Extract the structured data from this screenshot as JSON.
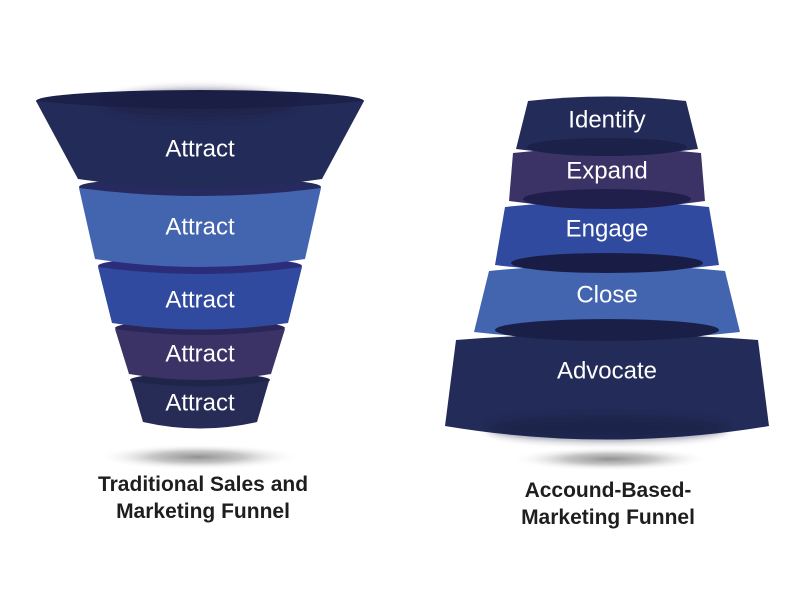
{
  "diagram": {
    "type": "funnel-comparison",
    "background_color": "#ffffff",
    "label_color": "#ffffff",
    "caption_color": "#1e1e1e",
    "left_funnel": {
      "name": "traditional-sales-marketing-funnel",
      "caption": "Traditional Sales and\nMarketing Funnel",
      "stages": [
        {
          "label": "Attract",
          "color": "#232c58"
        },
        {
          "label": "Attract",
          "color": "#4364af"
        },
        {
          "label": "Attract",
          "color": "#2f4a9f"
        },
        {
          "label": "Attract",
          "color": "#3b3366"
        },
        {
          "label": "Attract",
          "color": "#262c55"
        }
      ]
    },
    "right_funnel": {
      "name": "account-based-marketing-funnel",
      "caption": "Accound-Based-\nMarketing Funnel",
      "stages": [
        {
          "label": "Identify",
          "color": "#232c58"
        },
        {
          "label": "Expand",
          "color": "#3b3366"
        },
        {
          "label": "Engage",
          "color": "#2f4a9f"
        },
        {
          "label": "Close",
          "color": "#4364af"
        },
        {
          "label": "Advocate",
          "color": "#232c58"
        }
      ]
    }
  }
}
